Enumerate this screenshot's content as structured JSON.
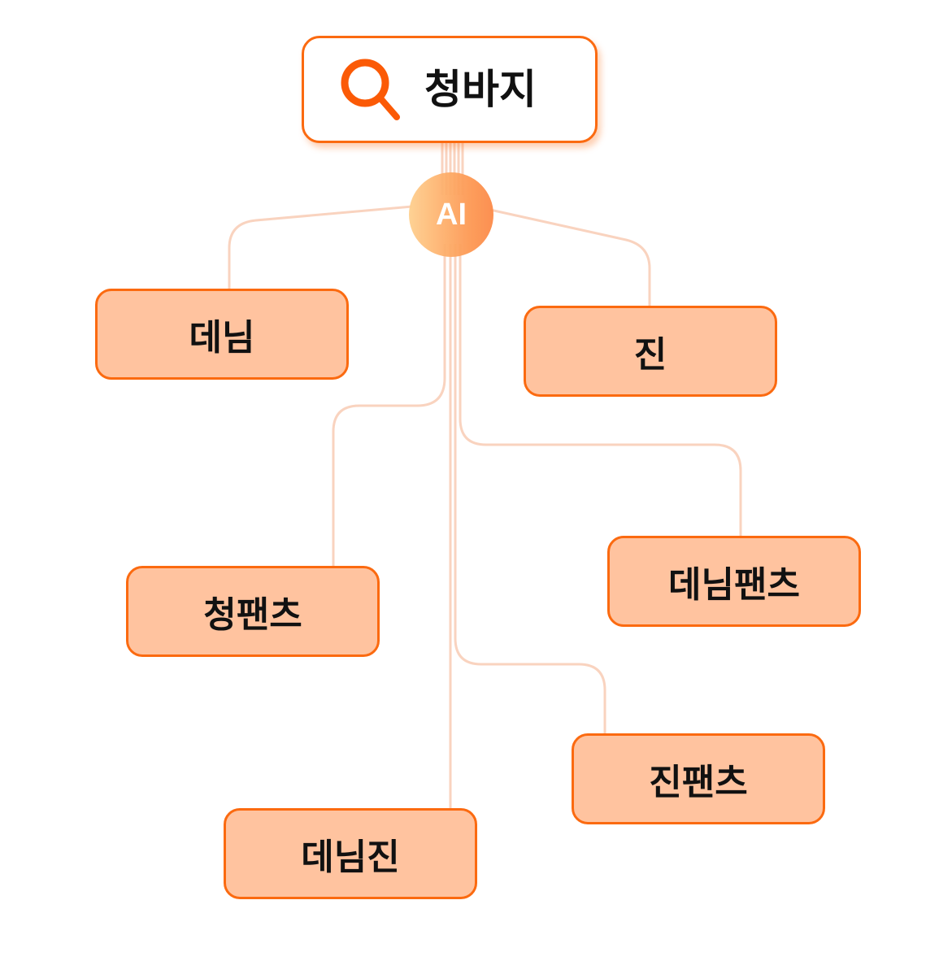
{
  "search": {
    "query": "청바지",
    "icon": "search-icon"
  },
  "hub": {
    "label": "AI"
  },
  "keywords": [
    "데님",
    "진",
    "청팬츠",
    "데님팬츠",
    "진팬츠",
    "데님진"
  ],
  "colors": {
    "accent": "#fb6a10",
    "node_fill": "#ffc39f",
    "line": "#f9d3bf"
  }
}
